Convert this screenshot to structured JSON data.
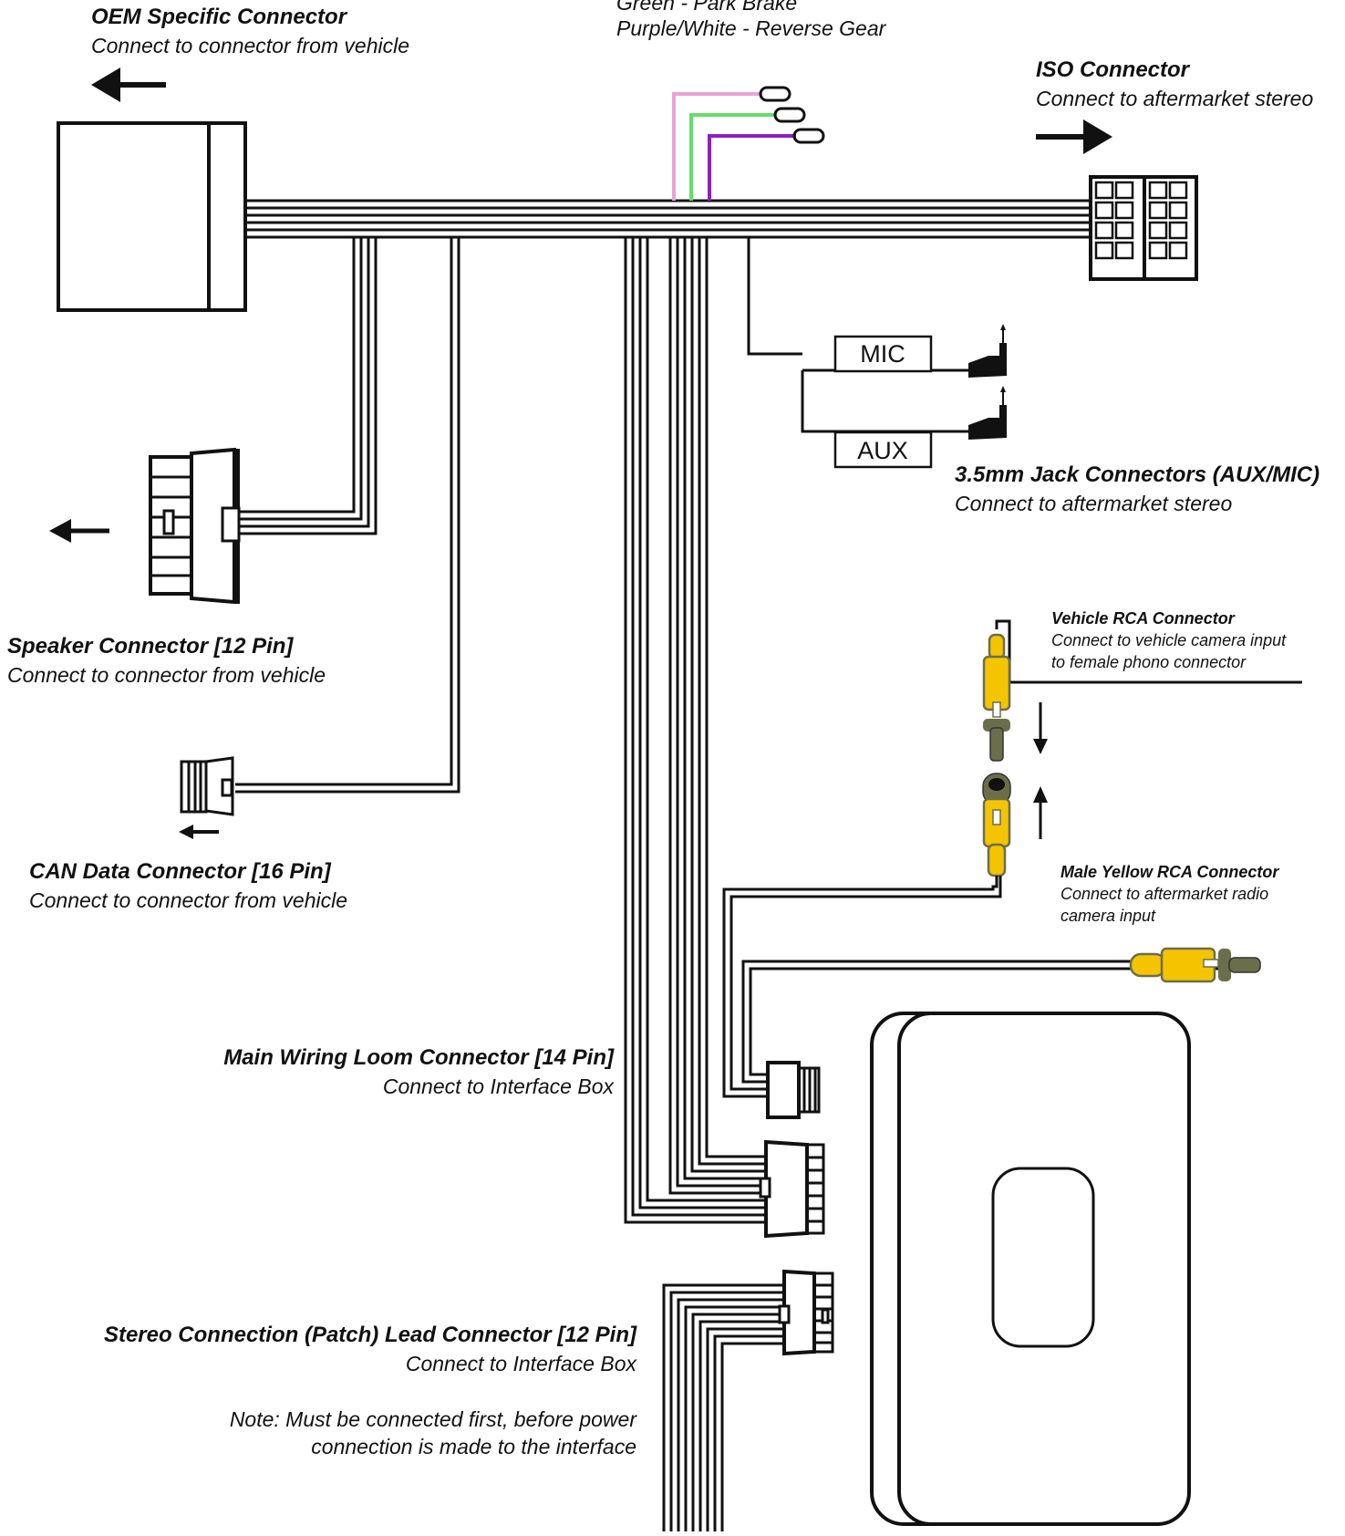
{
  "notes": {
    "line1": "Green - Park Brake",
    "line2": "Purple/White - Reverse Gear"
  },
  "colors": {
    "pink_wire": "#e9a3d8",
    "green_wire": "#66dd6e",
    "purple_wire": "#8c1fc2",
    "rca_yellow": "#f5c400",
    "rca_dark": "#6b6e4a",
    "wire": "#111111"
  },
  "labels": {
    "oem": {
      "title": "OEM Specific Connector",
      "sub": "Connect to connector from vehicle"
    },
    "iso": {
      "title": "ISO Connector",
      "sub": "Connect to aftermarket stereo"
    },
    "jack": {
      "title": "3.5mm Jack Connectors (AUX/MIC)",
      "sub": "Connect to aftermarket stereo"
    },
    "mic": "MIC",
    "aux": "AUX",
    "speaker": {
      "title": "Speaker Connector [12 Pin]",
      "sub": "Connect to connector from vehicle"
    },
    "can": {
      "title": "CAN Data Connector [16 Pin]",
      "sub": "Connect to connector from vehicle"
    },
    "vehicle_rca": {
      "title": "Vehicle RCA Connector",
      "sub1": "Connect to vehicle camera input",
      "sub2": "to female phono connector"
    },
    "male_rca": {
      "title": "Male Yellow RCA Connector",
      "sub1": "Connect to aftermarket radio",
      "sub2": "camera input"
    },
    "main_loom": {
      "title": "Main Wiring Loom Connector [14 Pin]",
      "sub": "Connect to Interface Box"
    },
    "stereo_lead": {
      "title": "Stereo Connection (Patch) Lead Connector [12 Pin]",
      "sub": "Connect to Interface Box",
      "note1": "Note: Must be connected first, before power",
      "note2": "connection is made to the interface"
    }
  }
}
